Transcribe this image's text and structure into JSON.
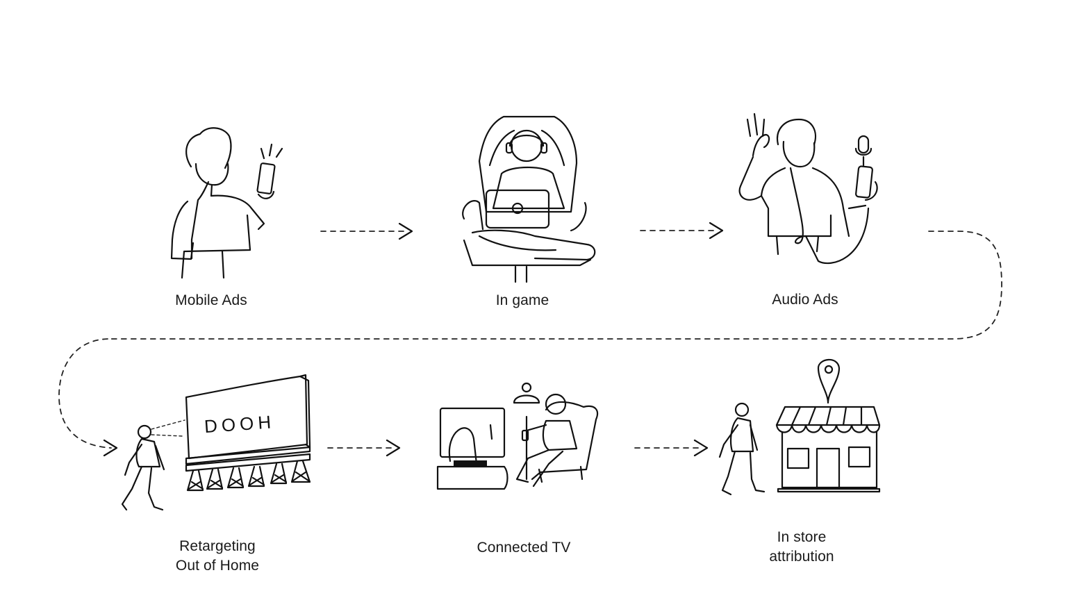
{
  "steps": [
    {
      "lines": [
        "Mobile Ads"
      ]
    },
    {
      "lines": [
        "In game"
      ]
    },
    {
      "lines": [
        "Audio Ads"
      ]
    },
    {
      "lines": [
        "Retargeting",
        "Out of Home"
      ]
    },
    {
      "lines": [
        "Connected TV"
      ]
    },
    {
      "lines": [
        "In store",
        "attribution"
      ]
    }
  ],
  "billboard_text": "DOOH",
  "colors": {
    "ink": "#111111",
    "background": "#ffffff"
  }
}
